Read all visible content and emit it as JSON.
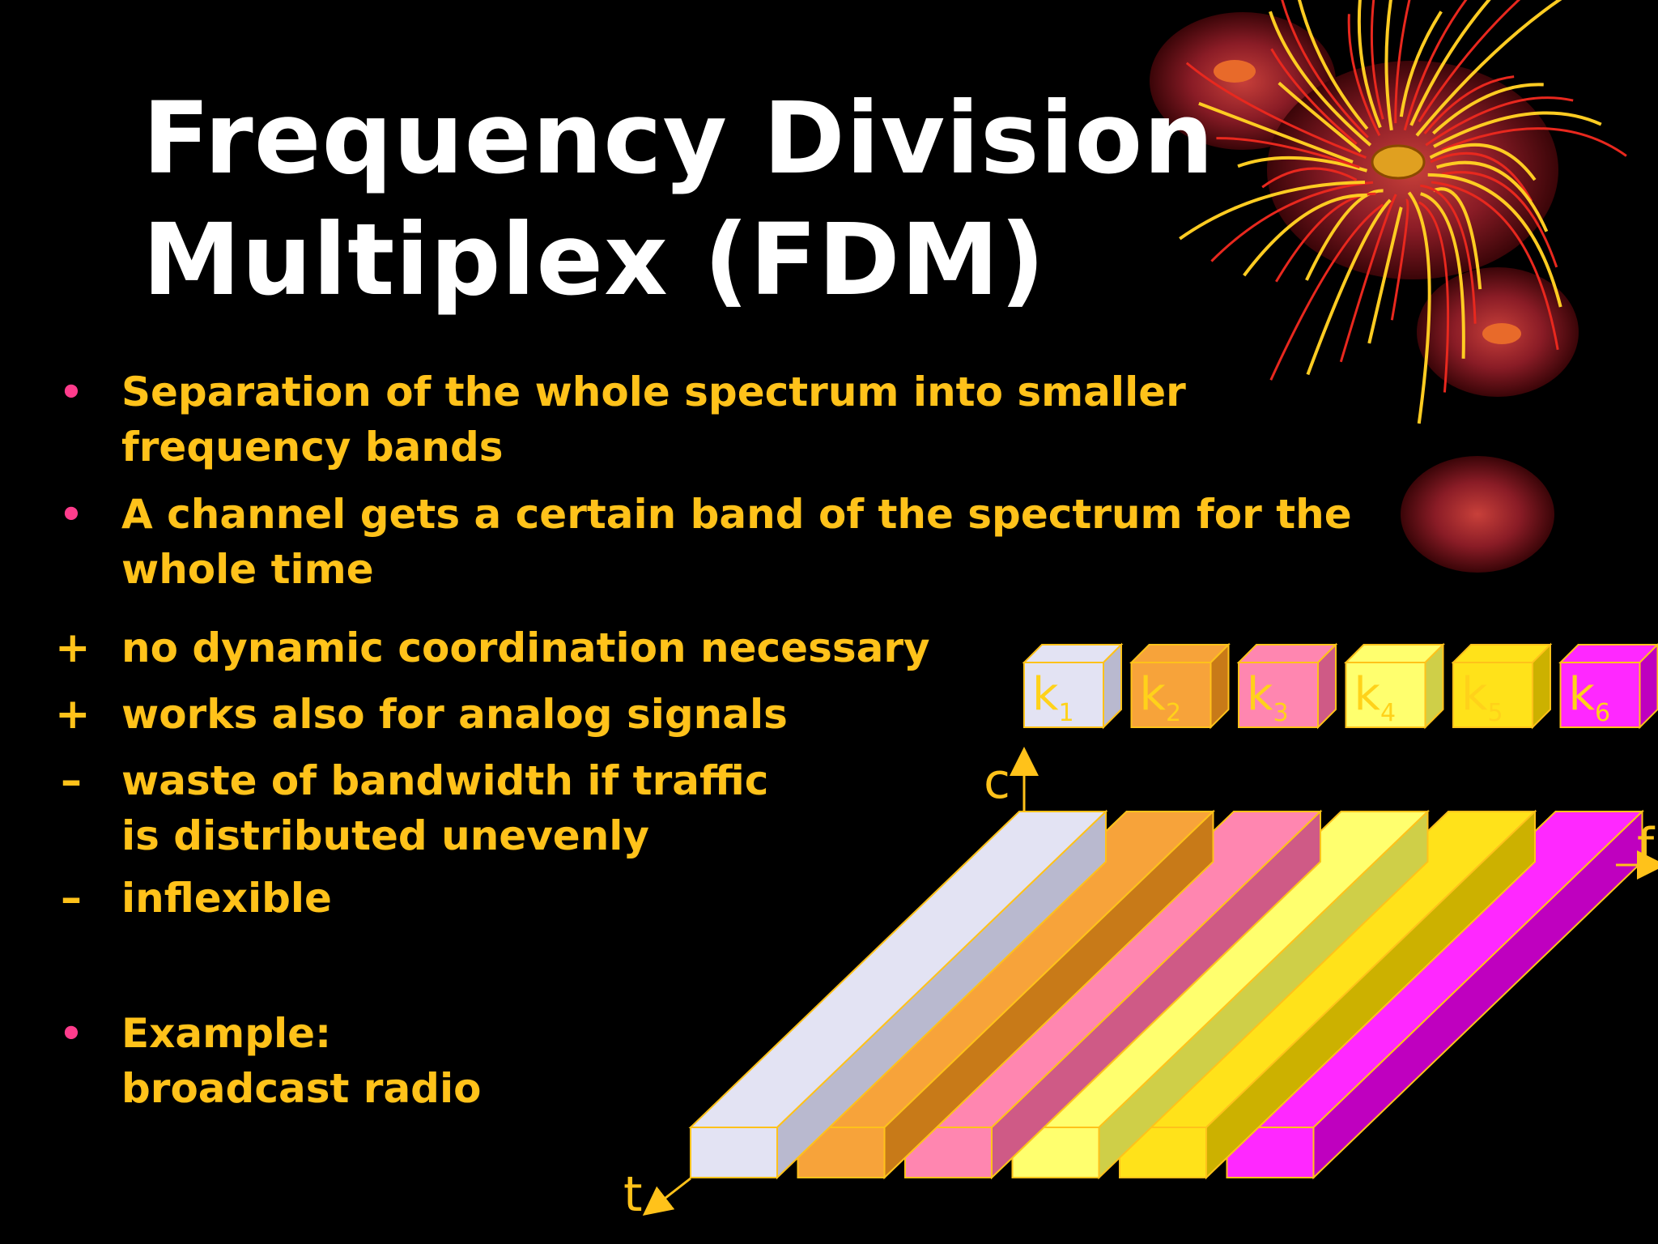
{
  "title": {
    "line1": "Frequency Division",
    "line2": "Multiplex (FDM)"
  },
  "bullets": [
    {
      "marker": "•",
      "marker_type": "dot",
      "lines": [
        "Separation of the whole spectrum into smaller",
        "frequency bands"
      ]
    },
    {
      "marker": "•",
      "marker_type": "dot",
      "lines": [
        "A channel gets a certain band of the spectrum for the",
        "whole time"
      ]
    },
    {
      "marker": "+",
      "marker_type": "sym",
      "lines": [
        "no dynamic coordination necessary"
      ]
    },
    {
      "marker": "+",
      "marker_type": "sym",
      "lines": [
        "works also for analog signals"
      ]
    },
    {
      "marker": "–",
      "marker_type": "sym",
      "lines": [
        "waste of bandwidth if traffic",
        "is distributed unevenly"
      ]
    },
    {
      "marker": "–",
      "marker_type": "sym",
      "lines": [
        "inflexible"
      ]
    },
    {
      "marker": "•",
      "marker_type": "dot",
      "lines": [
        "Example:",
        "broadcast radio"
      ]
    }
  ],
  "diagram": {
    "axis_c": "c",
    "axis_f": "f",
    "axis_t": "t",
    "channels": [
      {
        "letter": "k",
        "sub": "1",
        "color": "#e3e3f3",
        "dark": "#b9b9cf",
        "label_color": "#ffd21a"
      },
      {
        "letter": "k",
        "sub": "2",
        "color": "#f7a33a",
        "dark": "#c87a18",
        "label_color": "#ffd21a"
      },
      {
        "letter": "k",
        "sub": "3",
        "color": "#ff86b0",
        "dark": "#cf5a86",
        "label_color": "#ffd21a"
      },
      {
        "letter": "k",
        "sub": "4",
        "color": "#ffff6e",
        "dark": "#cfcf48",
        "label_color": "#ffd21a"
      },
      {
        "letter": "k",
        "sub": "5",
        "color": "#ffe21a",
        "dark": "#ccb100",
        "label_color": "#ffd21a"
      },
      {
        "letter": "k",
        "sub": "6",
        "color": "#ff28ff",
        "dark": "#bf00bf",
        "label_color": "#ffd21a"
      }
    ],
    "outline_color": "#ffc21a"
  },
  "colors": {
    "background": "#000000",
    "title": "#ffffff",
    "bullet_text": "#ffc21a",
    "bullet_dot": "#ff3c8c"
  }
}
